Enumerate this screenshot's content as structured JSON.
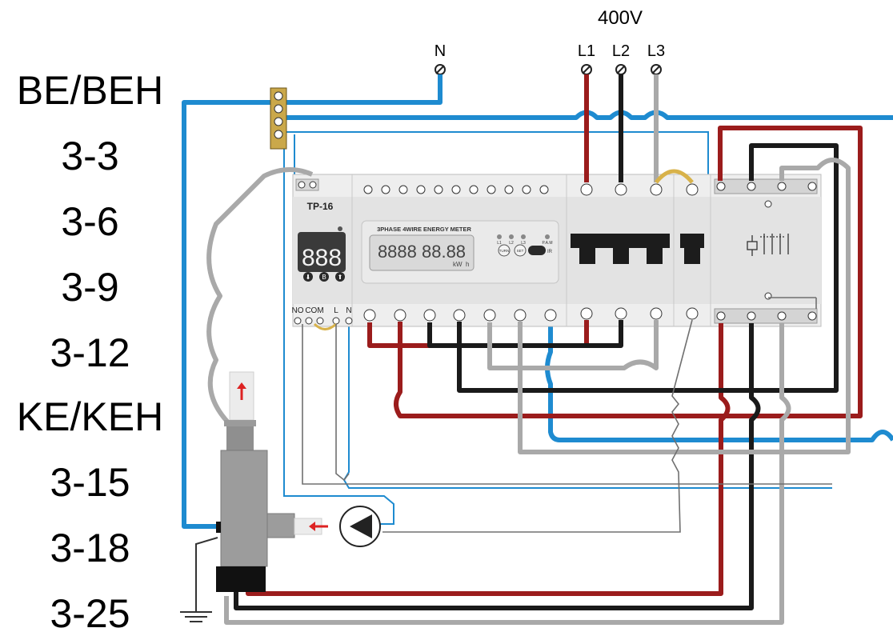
{
  "models": [
    "BE/BEH",
    "3-3",
    "3-6",
    "3-9",
    "3-12",
    "KE/KEH",
    "3-15",
    "3-18",
    "3-25"
  ],
  "supply": {
    "voltage": "400V",
    "neutral": "N",
    "phases": [
      "L1",
      "L2",
      "L3"
    ]
  },
  "thermostat": {
    "model": "TP-16",
    "display": "888",
    "buttons": [
      "⬇",
      "B",
      "⬆"
    ],
    "terminals": [
      "NO",
      "COM",
      "L",
      "N"
    ]
  },
  "meter": {
    "title": "3PHASE 4WIRE ENERGY METER",
    "display": "8888 88.88",
    "units": [
      "kW",
      "h"
    ],
    "leds": [
      "L1",
      "L2",
      "L3",
      "P.A.M"
    ],
    "buttons": [
      "TURN",
      "SET"
    ],
    "ir_label": "IR"
  },
  "wire_colors": {
    "neutral": "#1e8bd0",
    "l1": "#9b1c1c",
    "l2": "#1a1a1a",
    "l3": "#a9a9a9",
    "control": "#1e8bd0",
    "earth": "#444444"
  }
}
